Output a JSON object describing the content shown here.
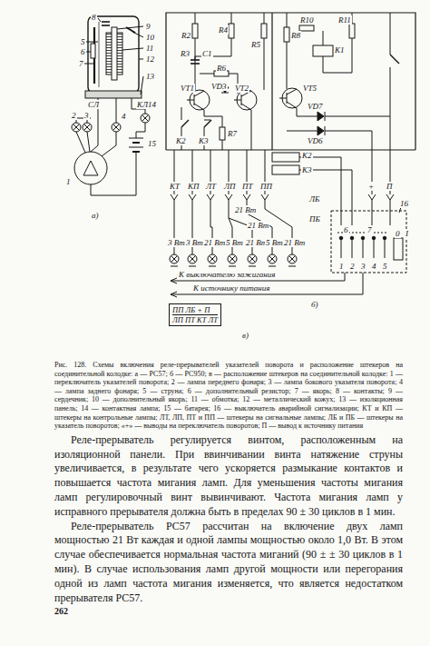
{
  "diagram": {
    "caption": "Рис. 128. Схемы включения реле-прерывателей указателей поворота и расположение штекеров на соединительной колодке: а — РС57; б — РС950; в — расположение штекеров на соединительной колодке: 1 — переключатель указателей поворота; 2 — лампа переднего фонаря; 3 — лампа бокового указателя поворота; 4 — лампа заднего фонаря; 5 — струна; 6 — дополнительный резистор; 7 — якорь; 8 — контакты; 9 — сердечник; 10 — дополнительный якорь; 11 — обмотка; 12 — металлический кожух; 13 — изоляционная панель; 14 — контактная лампа; 15 — батарея; 16 — выключатель аварийной сигнализации; КТ и КП — штекеры на контрольные лампы; ЛТ, ЛП, ПТ и ПП — штекеры на сигнальные лампы; ЛБ и ПБ — штекеры на указатель поворотов; «+» — выводы на переключатель поворотов; П — вывод к источнику питания",
    "nodes": [
      {
        "text": [
          "ПП ЛБ + П",
          "ЛП ПТ КТ ЛТ"
        ]
      }
    ],
    "labels": [
      "8",
      "9",
      "5",
      "6",
      "7",
      "10",
      "11",
      "12",
      "13",
      "СЛ",
      "4",
      "КЛ14",
      "2",
      "3",
      "15",
      "1",
      "а)",
      "R2",
      "R3",
      "C1",
      "R4",
      "R6",
      "VD3",
      "VT1",
      "VT2",
      "R5",
      "R8",
      "R10",
      "R11",
      "K1",
      "VT5",
      "R7",
      "VD7",
      "VD6",
      "K2",
      "K3",
      "K2",
      "K3",
      "КТ",
      "КП",
      "ЛТ",
      "ЛП",
      "ПТ",
      "ПП",
      "ЛБ",
      "ПБ",
      "+",
      "П",
      "21 Вт",
      "21 Вт",
      "3 Вт",
      "3 Вт",
      "21 Вт",
      "5 Вт",
      "21 Вт",
      "5 Вт",
      "21 Вт",
      "16",
      "6",
      "7",
      "0",
      "I",
      "1",
      "2",
      "3",
      "4",
      "5",
      "К выключателю зажигания",
      "К источнику питания",
      "б)",
      "в)",
      "Реле-прерыватель регулируется винтом, расположенным на изоляционной панели. При ввинчивании винта натяжение струны увеличивается, в результате чего ускоряется размыкание контактов и повышается частота мигания ламп. Для уменьшения частоты мигания ламп регулировочный винт вывинчивают. Частота мигания ламп у исправного прерывателя должна быть в пределах 90 ± 30 циклов в 1 мин.",
      "Реле-прерыватель РС57 рассчитан на включение двух ламп мощностью 21 Вт каждая и одной лампы мощностью около 1,0 Вт. В этом случае обеспечивается нормальная частота миганий (90 ± ± 30 циклов в 1 мин). В случае использования ламп другой мощности или перегорания одной из ламп частота мигания изменяется, что является недостатком прерывателя РС57.",
      "262"
    ]
  }
}
